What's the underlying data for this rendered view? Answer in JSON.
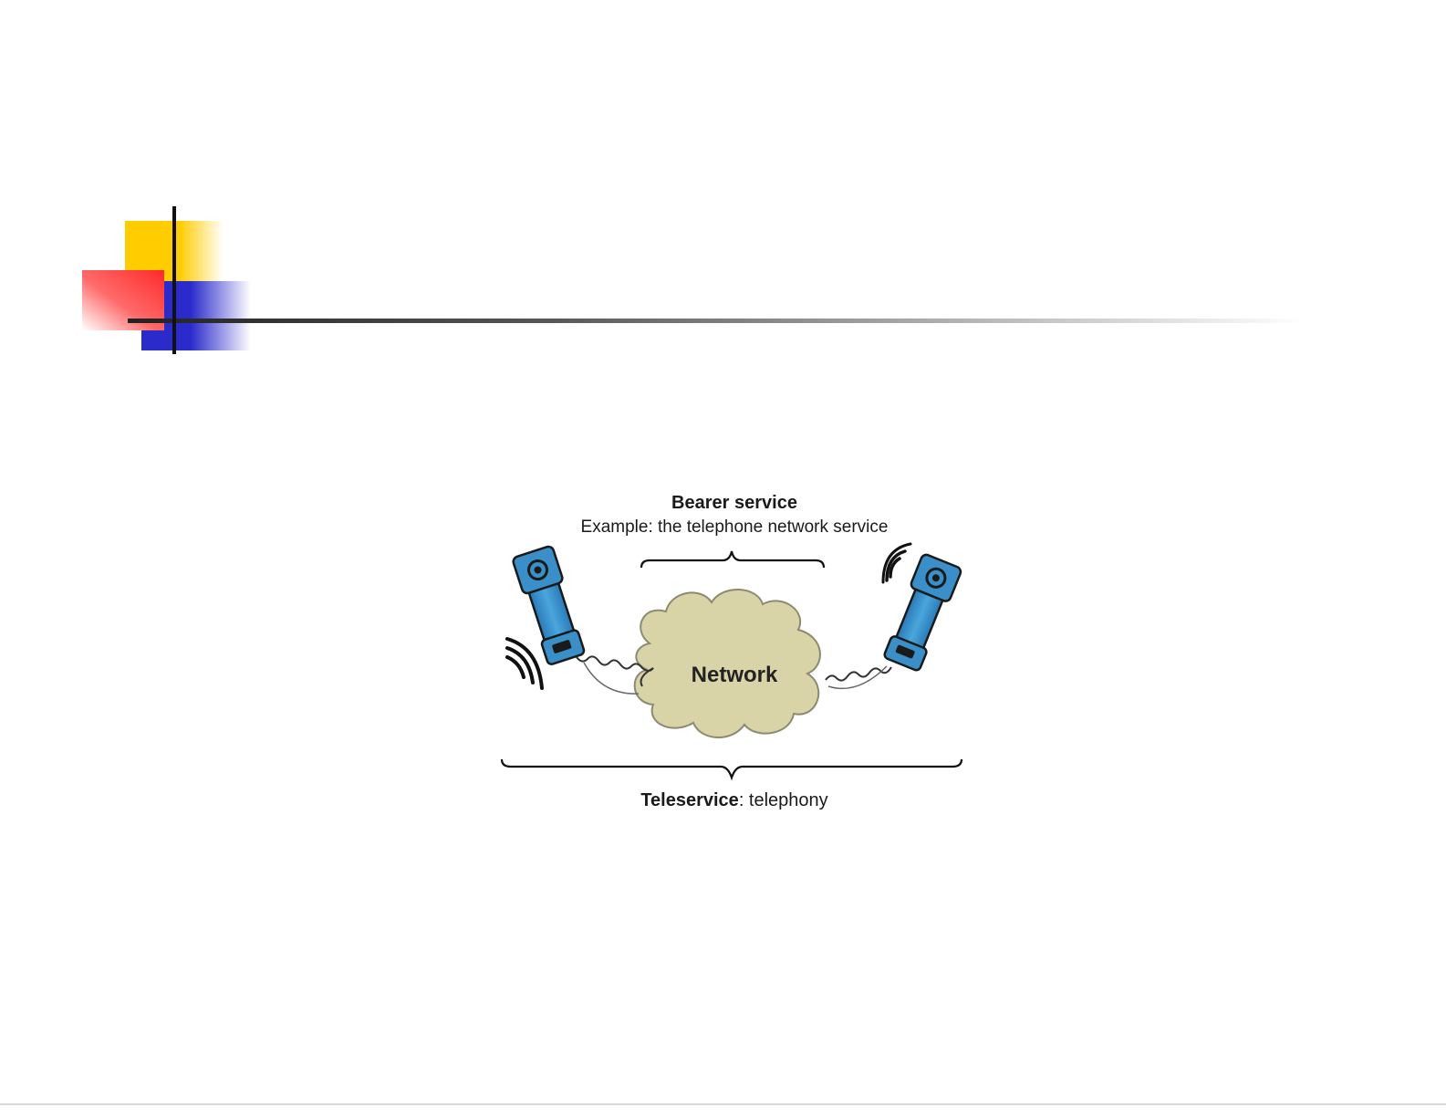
{
  "diagram": {
    "bearer_title": "Bearer service",
    "bearer_example": "Example: the telephone network service",
    "network_label": "Network",
    "teleservice_term": "Teleservice",
    "teleservice_value": ": telephony"
  },
  "colors": {
    "accent_yellow": "#ffcc00",
    "accent_red": "#ff3333",
    "accent_blue": "#2b2bcc",
    "phone_blue": "#3a8fc8",
    "cloud_fill": "#d8d4a8"
  },
  "icons": [
    "telephone-handset-icon",
    "sound-waves-icon",
    "network-cloud-icon",
    "curly-brace-icon"
  ]
}
